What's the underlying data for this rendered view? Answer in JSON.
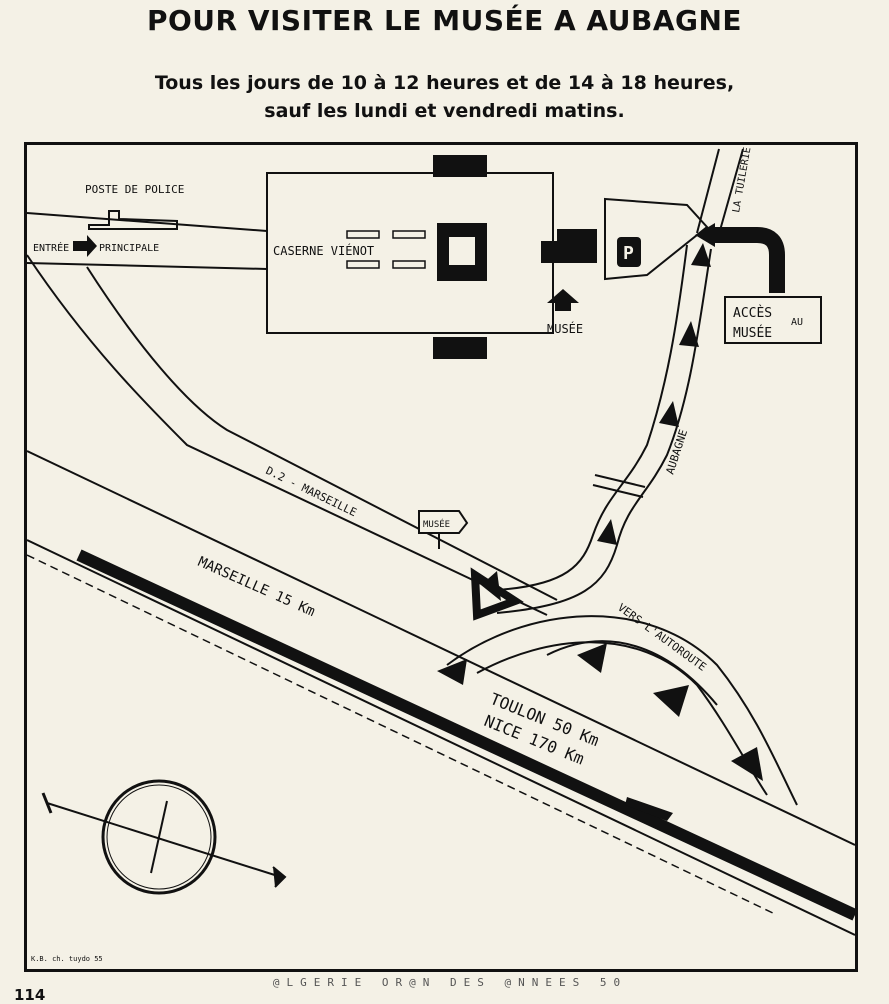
{
  "header": {
    "title": "POUR VISITER LE MUSÉE A AUBAGNE",
    "subtitle_line1": "Tous les jours de 10 à 12 heures et de 14 à 18 heures,",
    "subtitle_line2": "sauf les lundi et vendredi matins."
  },
  "map": {
    "labels": {
      "poste_police": "POSTE DE POLICE",
      "entree_a": "ENTRÉE",
      "entree_b": "PRINCIPALE",
      "caserne": "CASERNE VIÉNOT",
      "parking": "P",
      "musee": "MUSÉE",
      "tuilerie": "LA TUILERIE",
      "acces_a": "ACCÈS",
      "acces_b": "AU",
      "acces_c": "MUSÉE",
      "aubagne": "AUBAGNE",
      "d2": "D.2 - MARSEILLE",
      "sign": "MUSÉE",
      "marseille": "MARSEILLE 15 Km",
      "autoroute": "VERS L'AUTOROUTE",
      "toulon": "TOULON 50 Km",
      "nice": "NICE 170 Km",
      "credit": "K.B. ch. tuydo 55"
    }
  },
  "footer": {
    "page_number": "114",
    "watermark": "@LGERIE OR@N DES @NNEES 50"
  }
}
